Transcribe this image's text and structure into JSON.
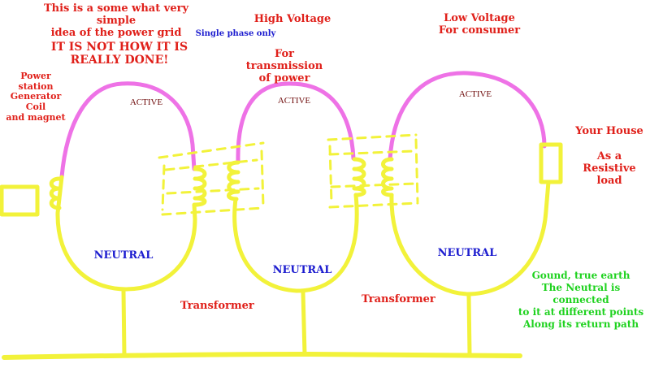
{
  "colors": {
    "red_text": "#e0201a",
    "blue_text": "#1c1ccf",
    "green_text": "#1fd21f",
    "active_text": "#6e0b0b",
    "active_wire": "#ee72e6",
    "neutral_wire": "#f2f23a"
  },
  "texts": {
    "intro": "This is a some what very simple\nidea of the power grid",
    "warning": "IT IS NOT HOW IT IS\nREALLY  DONE!",
    "single_phase": "Single phase only",
    "high_voltage": "High Voltage",
    "transmission": "For transmission\nof power",
    "low_voltage": "Low Voltage\nFor consumer",
    "power_station": "Power station\nGenerator Coil\nand magnet",
    "active_1": "ACTIVE",
    "active_2": "ACTIVE",
    "active_3": "ACTIVE",
    "your_house": "Your House",
    "resistive_load": "As a\nResistive\nload",
    "neutral_1": "NEUTRAL",
    "neutral_2": "NEUTRAL",
    "neutral_3": "NEUTRAL",
    "transformer_1": "Transformer",
    "transformer_2": "Transformer",
    "ground": "Gound, true earth\nThe Neutral is\nconnected\nto it at different points\nAlong its return path"
  }
}
